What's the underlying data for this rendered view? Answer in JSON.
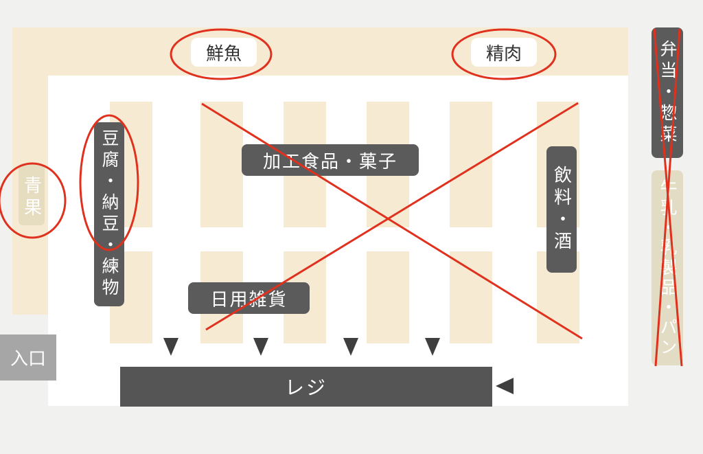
{
  "areas": {
    "fresh_fish": "鮮魚",
    "meat": "精肉",
    "produce": "青果",
    "tofu_natto_nerimono": "豆腐・納豆・練物",
    "processed_snacks": "加工食品・菓子",
    "beverages_alcohol": "飲料・酒",
    "daily_goods": "日用雑貨",
    "checkout": "レジ",
    "entrance": "入口",
    "bento_sozai": "弁当・惣菜",
    "dairy_bread": "牛乳・乳製品・パン"
  },
  "colors": {
    "background": "#f1f1ef",
    "shelf": "#f6ebd2",
    "label_dark": "#5b5b5b",
    "entrance_gray": "#a6a6a6",
    "mark_red": "#e0301e"
  }
}
